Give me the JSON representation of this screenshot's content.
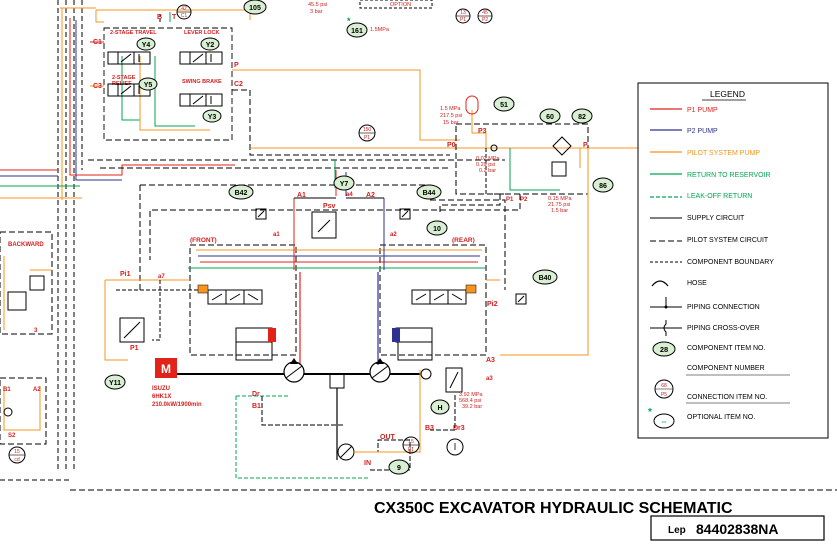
{
  "colors": {
    "p1_pump": "#e2231a",
    "p2_pump": "#2e3192",
    "pilot": "#f7941d",
    "return": "#00a651",
    "label_red": "#d32020",
    "circle_fill": "#d8efd3"
  },
  "top_fragments": {
    "psi_a": "45.5 psi",
    "bar_a": "3 bar",
    "option": "OPTION",
    "item_161": "161",
    "item_161_note": "1.5MPa",
    "item_105": "105",
    "conn_t1_top": "43",
    "conn_t1_bot": "C1",
    "conn_t2_top": "13",
    "conn_t2_bot": "P1",
    "conn_t3_top": "45",
    "conn_t3_bot": "P2"
  },
  "solenoid_block": {
    "port_b": "B",
    "port_t": "T",
    "port_c1": "C1",
    "port_c2": "C2",
    "port_c3": "C3",
    "port_p": "P",
    "two_stage_travel": "2-STAGE TRAVEL",
    "lever_lock": "LEVER LOCK",
    "two_stage_relief_1": "2-STAGE",
    "two_stage_relief_2": "RELIEF",
    "swing_brake": "SWING BRAKE",
    "y4": "Y4",
    "y2": "Y2",
    "y5": "Y5",
    "y3": "Y3",
    "conn_top": "42",
    "conn_bot": "C1"
  },
  "pilot_filter": {
    "item_51": "51",
    "mpa": "1.5 MPa",
    "psi": "217.5 psi",
    "bar": "15 bar",
    "item_60": "60",
    "item_82": "82",
    "item_86": "86",
    "port_p3": "P3",
    "port_p0": "P0",
    "port_p": "P",
    "port_p1": "P1",
    "port_p2": "P2",
    "mid_mpa": "0.02 MPa",
    "mid_psi": "0.29 psi",
    "mid_bar": "0.2 bar",
    "low_mpa": "0.15 MPa",
    "low_psi": "21.75 psi",
    "low_bar": "1.5 bar",
    "conn_top": "150",
    "conn_bot": "P1"
  },
  "main_valve": {
    "a1": "A1",
    "a2": "A2",
    "psv": "Psv",
    "a4": "a4",
    "y7": "Y7",
    "b42": "B42",
    "b44": "B44",
    "a1_low": "a1",
    "a2_low": "a2",
    "item_10": "10",
    "front": "(FRONT)",
    "rear": "(REAR)",
    "pi1": "Pi1",
    "a7": "a7",
    "pi2": "Pi2",
    "b40": "B40",
    "p1": "P1",
    "y11": "Y11",
    "motor": "M",
    "engine_1": "ISUZU",
    "engine_2": "6HK1X",
    "engine_3": "210.0kW/1900min",
    "dr": "Dr",
    "b1": "B1",
    "a3": "A3",
    "a3_low": "a3",
    "h": "H",
    "p_mpa": "3.92 MPa",
    "p_psi": "568.4 psi",
    "p_bar": "39.2 bar",
    "b3": "B3",
    "dr3": "Dr3",
    "out": "OUT",
    "in": "IN",
    "item_9": "9",
    "conn_out_top": "15",
    "conn_out_bot": "P1"
  },
  "left_side": {
    "backward": "BACKWARD",
    "num_3": "3",
    "b1": "B1",
    "a2": "A2",
    "s2": "S2",
    "conn_top": "15",
    "conn_bot": "cd"
  },
  "legend": {
    "title": "LEGEND",
    "items": [
      "P1 PUMP",
      "P2 PUMP",
      "PILOT SYSTEM PUMP",
      "RETURN TO RESERVOIR",
      "LEAK-OFF RETURN",
      "SUPPLY CIRCUIT",
      "PILOT SYSTEM CIRCUIT",
      "COMPONENT BOUNDARY",
      "HOSE",
      "PIPING CONNECTION",
      "PIPING CROSS-OVER",
      "COMPONENT ITEM NO.",
      "COMPONENT NUMBER",
      "CONNECTION ITEM NO.",
      "OPTIONAL ITEM NO."
    ],
    "sample_item": "28",
    "sample_conn_top": "68",
    "sample_conn_bot": "P5",
    "sample_optional": "--"
  },
  "title_block": {
    "title": "CX350C  EXCAVATOR HYDRAULIC SCHEMATIC",
    "lep_prefix": "Lep",
    "lep_number": "84402838NA"
  }
}
